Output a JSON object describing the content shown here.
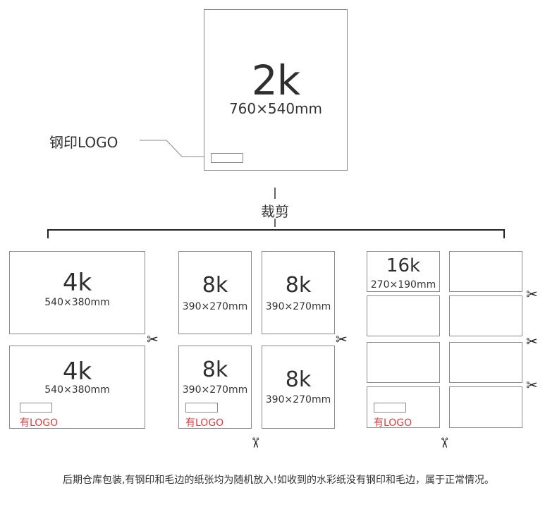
{
  "main_sheet": {
    "size": "2k",
    "dimensions": "760×540mm"
  },
  "logo_callout": "钢印LOGO",
  "cut_label": "裁剪",
  "sheets_4k": [
    {
      "size": "4k",
      "dimensions": "540×380mm"
    },
    {
      "size": "4k",
      "dimensions": "540×380mm",
      "logo": "有LOGO"
    }
  ],
  "sheets_8k": [
    {
      "size": "8k",
      "dimensions": "390×270mm"
    },
    {
      "size": "8k",
      "dimensions": "390×270mm"
    },
    {
      "size": "8k",
      "dimensions": "390×270mm",
      "logo": "有LOGO"
    },
    {
      "size": "8k",
      "dimensions": "390×270mm"
    }
  ],
  "sheets_16k": {
    "size": "16k",
    "dimensions": "270×190mm",
    "logo": "有LOGO"
  },
  "scissors_icon": "scissors-icon",
  "footer_note": "后期仓库包装,有钢印和毛边的纸张均为随机放入!如收到的水彩纸没有钢印和毛边，属于正常情况。",
  "colors": {
    "logo_text": "#d94040",
    "border": "#8a8a8a",
    "text": "#333333"
  }
}
